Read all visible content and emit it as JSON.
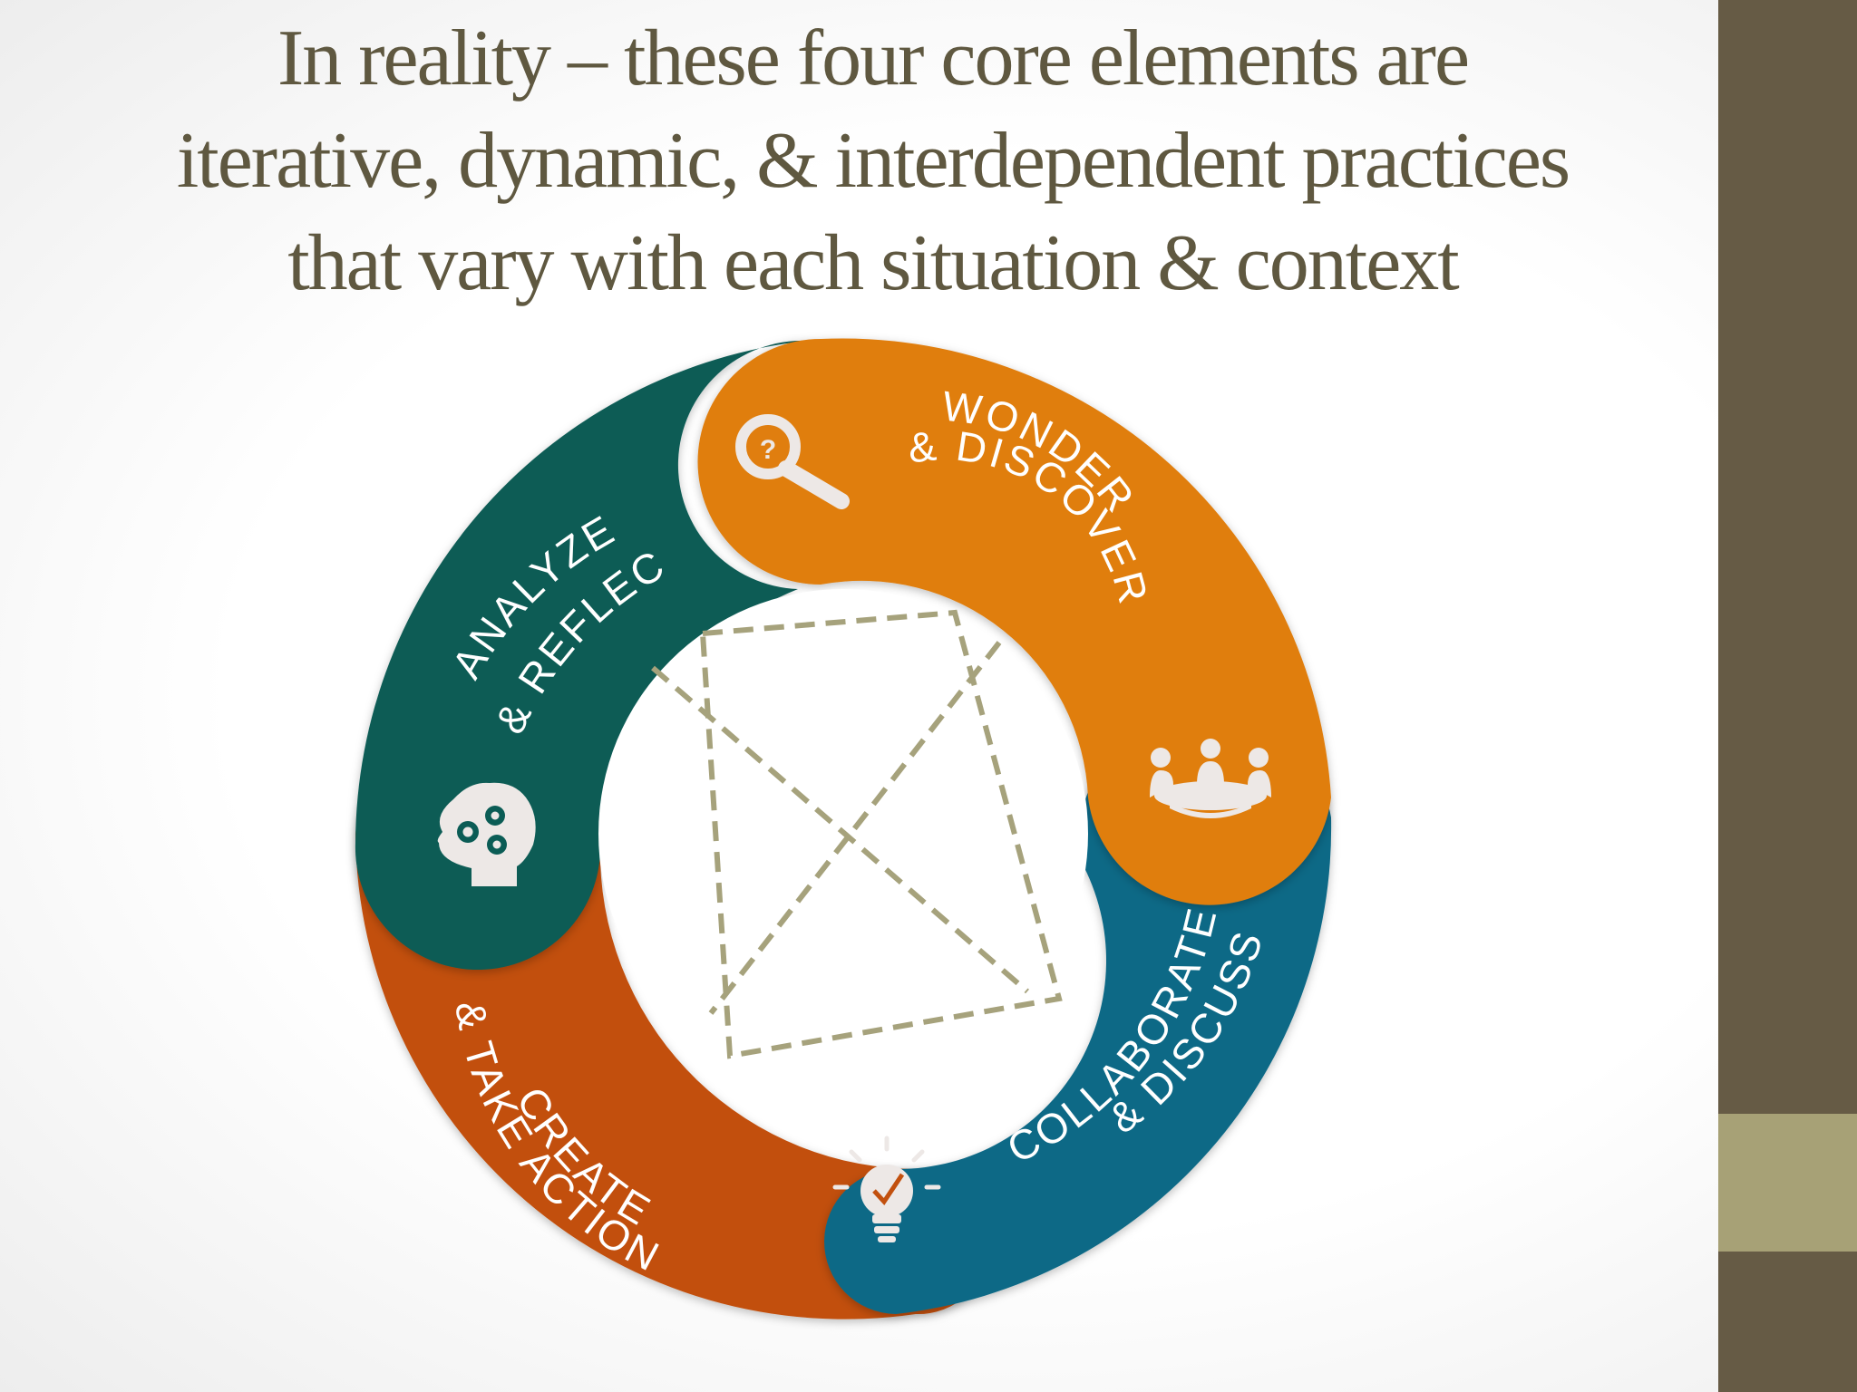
{
  "title": {
    "line1": "In reality – these four core elements are",
    "line2": "iterative, dynamic, & interdependent practices",
    "line3": "that vary with each situation & context"
  },
  "cycle": {
    "segments": [
      {
        "id": "wonder",
        "color": "#e07e0f",
        "line1": "WONDER",
        "line2": "& DISCOVER",
        "icon": "magnifier-question-icon"
      },
      {
        "id": "collaborate",
        "color": "#0d6986",
        "line1": "COLLABORATE",
        "line2": "& DISCUSS",
        "icon": "meeting-table-icon"
      },
      {
        "id": "create",
        "color": "#c2500e",
        "line1": "CREATE",
        "line2": "& TAKE ACTION",
        "icon": "lightbulb-check-icon"
      },
      {
        "id": "analyze",
        "color": "#0b5c55",
        "line1": "ANALYZE",
        "line2": "& REFLECT",
        "icon": "head-gears-icon"
      }
    ],
    "center_line_color": "#a6a27c",
    "icon_color": "#ede8e6"
  },
  "colors": {
    "sidebar": "#665b45",
    "sidebar_accent": "#a7a176",
    "title": "#5f5840"
  }
}
